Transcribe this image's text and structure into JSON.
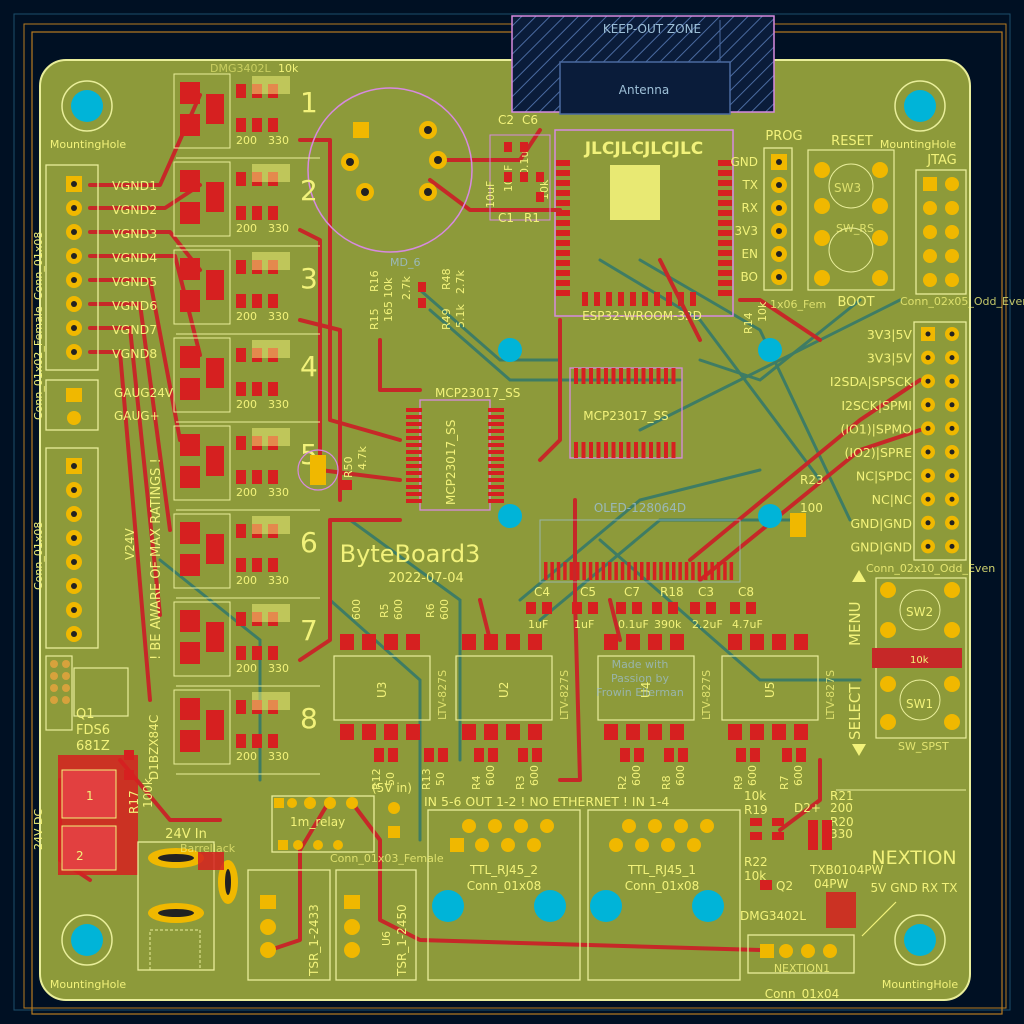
{
  "board": {
    "title": "ByteBoard3",
    "date": "2022-07-04",
    "keepout": "KEEP-OUT ZONE",
    "antenna": "Antenna",
    "jlc": "JLCJLCJLCJLC",
    "warning": "! BE AWARE OF MAX RATINGS !",
    "v24": "V24V",
    "mounting_hole": "MountingHole",
    "esp": "ESP32-WROOM-32D",
    "mcp_a": "MCP23017_SS",
    "mcp_b": "MCP23017_SS",
    "oled": "OLED-128064D",
    "made_with": [
      "Made with",
      "Passion by",
      "Frowin Ellerman"
    ]
  },
  "channels": [
    "1",
    "2",
    "3",
    "4",
    "5",
    "6",
    "7",
    "8"
  ],
  "ch_res_a": "200",
  "ch_res_b": "330",
  "ch_res_top": "10k",
  "mosfet_label": "DMG3402L",
  "vgnd": [
    "VGND1",
    "VGND2",
    "VGND3",
    "VGND4",
    "VGND5",
    "VGND6",
    "VGND7",
    "VGND8"
  ],
  "gauge": [
    "GAUG24V",
    "GAUG+"
  ],
  "left_conn": {
    "a": "Conn_01x08",
    "b": "Conn_01x02_Female",
    "c": "Conn_01x08"
  },
  "prog": {
    "title": "PROG",
    "pins": [
      "GND",
      "TX",
      "RX",
      "3V3",
      "EN",
      "BO"
    ],
    "footer": "1x06_Fem"
  },
  "reset": {
    "title": "RESET",
    "sw": "SW3",
    "boot": "BOOT",
    "sw_rs": "SW_RS"
  },
  "jtag": {
    "title": "JTAG",
    "conn": "Conn_02x05_Odd_Even"
  },
  "right_header": {
    "rows": [
      "3V3|5V",
      "3V3|5V",
      "I2SDA|SPSCK",
      "I2SCK|SPMI",
      "(IO1)|SPMO",
      "(IO2)|SPRE",
      "NC|SPDC",
      "NC|NC",
      "GND|GND",
      "GND|GND"
    ],
    "conn": "Conn_02x10_Odd_Even"
  },
  "menu": {
    "menu": "MENU",
    "select": "SELECT",
    "sw2": "SW2",
    "sw1": "SW1",
    "sw_spst": "SW_SPST",
    "r10k": "10k"
  },
  "caps": [
    {
      "ref": "C4",
      "val": "1uF"
    },
    {
      "ref": "C5",
      "val": "1uF"
    },
    {
      "ref": "C7",
      "val": "0.1uF"
    },
    {
      "ref": "R18",
      "val": "390k"
    },
    {
      "ref": "C3",
      "val": "2.2uF"
    },
    {
      "ref": "C8",
      "val": "4.7uF"
    }
  ],
  "top_caps": {
    "c2": "C2",
    "c6": "C6",
    "c1": "C1",
    "r1": "R1",
    "v1": "10uF",
    "v2": "10uF",
    "v3": "0.1uF",
    "v4": "10k"
  },
  "resistors_mid": {
    "r15": "R15",
    "r16": "R16",
    "r49": "R49",
    "r48": "R48",
    "v15": "165",
    "v16": "10k",
    "v17": "2.7k",
    "v49": "5.1k",
    "v48": "2.7k",
    "md": "MD_6"
  },
  "r50": {
    "ref": "R50",
    "val": "4.7k"
  },
  "r23": {
    "ref": "R23",
    "val": "100"
  },
  "r14": {
    "ref": "R14",
    "val": "10k"
  },
  "opto": [
    "U3",
    "U2",
    "U4",
    "U5"
  ],
  "opto_part": "LTV-827S",
  "r5": {
    "ref": "R5",
    "val": "600"
  },
  "r6": {
    "ref": "R6",
    "val": "600"
  },
  "r600": "600",
  "bottom_res": [
    {
      "ref": "R12",
      "val": "50"
    },
    {
      "ref": "R13",
      "val": "50"
    },
    {
      "ref": "R4",
      "val": "600"
    },
    {
      "ref": "R3",
      "val": "600"
    },
    {
      "ref": "R2",
      "val": "600"
    },
    {
      "ref": "R8",
      "val": "600"
    },
    {
      "ref": "R9",
      "val": "600"
    },
    {
      "ref": "R7",
      "val": "600"
    }
  ],
  "rj45": {
    "notes": "IN 5-6 OUT 1-2 ! NO ETHERNET !  IN 1-4",
    "five_v": "(5V in)",
    "a": "TTL_RJ45_2",
    "b": "TTL_RJ45_1",
    "conn": "Conn_01x08"
  },
  "relay": {
    "name": "1m_relay",
    "conn": "Conn_01x03_Female"
  },
  "power": {
    "label": "24V In",
    "tsr1": "TSR_1-2433",
    "tsr2": "TSR_1-2450",
    "u6": "U6",
    "barrel": "BarrelJack",
    "jack": "24V DC"
  },
  "q1": {
    "ref": "Q1",
    "part": "FDS6",
    "part2": "681Z",
    "d1": "D1BZX84C",
    "r17": "R17",
    "r17v": "100k"
  },
  "nextion": {
    "title": "NEXTION",
    "pins": "5V GND RX TX",
    "conn": "NEXTION1",
    "conn2": "Conn_01x04",
    "r19": "R19",
    "r19v": "10k",
    "r20": "R20",
    "r20v": "330",
    "r21": "R21",
    "r21v": "200",
    "r22": "R22",
    "r22v": "10k",
    "d2": "D2+",
    "q2": "Q2",
    "q2p": "DMG3402L",
    "txb": "TXB0104PW",
    "txb2": "04PW"
  },
  "colors": {
    "board": "#8d9a3a",
    "substrate": "#001023",
    "copper_top": "#c62828",
    "pad": "#f0b800",
    "silk": "#f2f27a",
    "via": "#00b4d8"
  }
}
